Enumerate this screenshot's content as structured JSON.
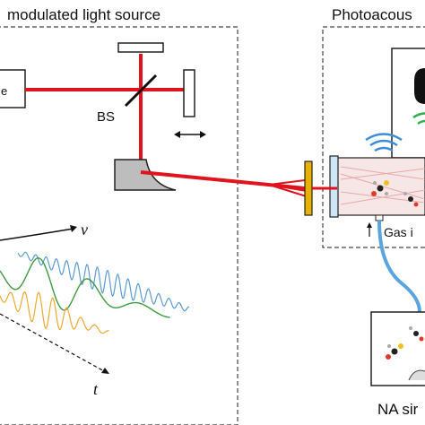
{
  "labels": {
    "left_panel_title": "modulated light source",
    "right_panel_title": "Photoacous",
    "beam_splitter": "BS",
    "gas_label": "Gas i",
    "bottom_box_title": "NA sir",
    "axis_nu": "ν",
    "axis_t": "t",
    "source_box_fragment": "e"
  },
  "colors": {
    "laser": "#e0141c",
    "blue_wave": "#5b9bd5",
    "green_wave": "#3f9b3f",
    "orange_wave": "#f0a830",
    "tube_blue": "#5aa5e0",
    "window_yellow": "#e8b100",
    "window_blue": "#7ab8e0",
    "green_sound": "#2db04b",
    "blue_sound": "#3a8ed8"
  }
}
